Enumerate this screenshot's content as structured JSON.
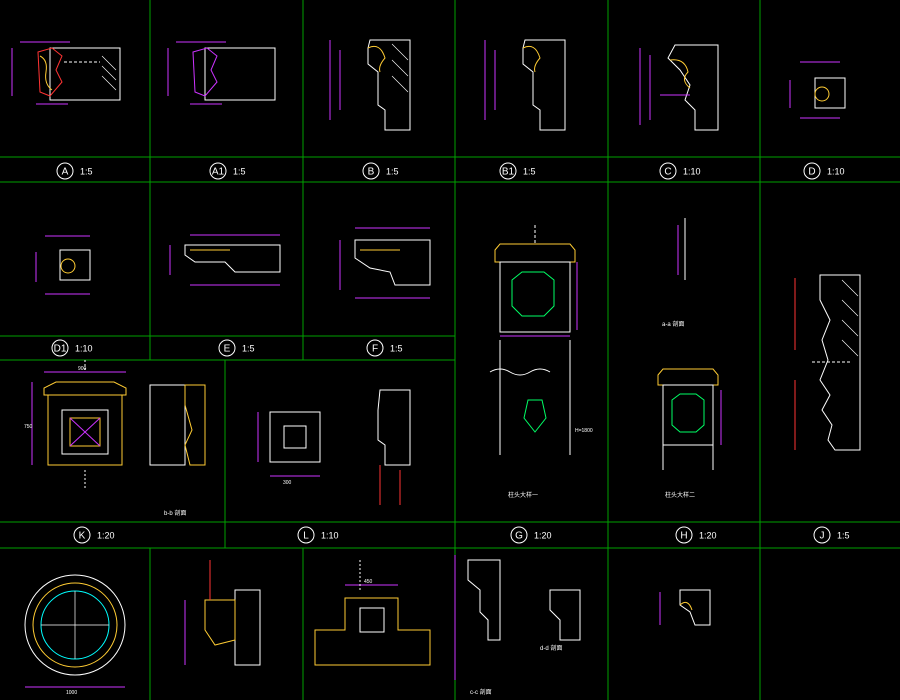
{
  "colors": {
    "background": "#000000",
    "grid": "#00a000",
    "dimension": "#cc33ff",
    "outline": "#ffffff",
    "moulding": "#ffcc33",
    "accent": "#ff3333",
    "cyan": "#00ffff"
  },
  "details": [
    {
      "id": "A",
      "scale": "1:5"
    },
    {
      "id": "A1",
      "scale": "1:5"
    },
    {
      "id": "B",
      "scale": "1:5"
    },
    {
      "id": "B1",
      "scale": "1:5"
    },
    {
      "id": "C",
      "scale": "1:10"
    },
    {
      "id": "D",
      "scale": "1:10"
    },
    {
      "id": "D1",
      "scale": "1:10"
    },
    {
      "id": "E",
      "scale": "1:5"
    },
    {
      "id": "F",
      "scale": "1:5"
    },
    {
      "id": "K",
      "scale": "1:20"
    },
    {
      "id": "L",
      "scale": "1:10"
    },
    {
      "id": "G",
      "scale": "1:20"
    },
    {
      "id": "H",
      "scale": "1:20"
    },
    {
      "id": "J",
      "scale": "1:5"
    }
  ],
  "section_labels": {
    "a_a": "a-a 剖面",
    "b_b": "b-b 剖面",
    "c_c": "c-c 剖面",
    "d_d": "d-d 剖面",
    "pillar_1": "柱头大样一",
    "pillar_2": "柱头大样二"
  },
  "dimensions": {
    "k_width": "900",
    "k_height": "750",
    "g_height": "H=1800",
    "roundel_diameter": "1000",
    "c_width": "450",
    "l_width": "300"
  }
}
